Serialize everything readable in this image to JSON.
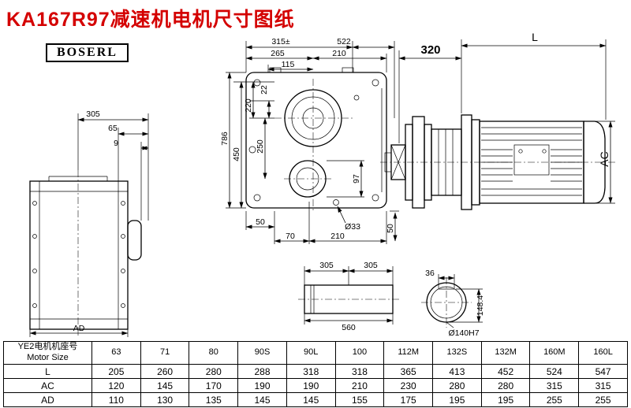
{
  "title": "KA167R97减速机电机尺寸图纸",
  "logo": "BOSERL",
  "views": {
    "left": {
      "d305": "305",
      "d65": "65",
      "d9": "9",
      "dAD": "AD"
    },
    "front": {
      "d315": "315±",
      "d522": "522",
      "d265": "265",
      "d210t": "210",
      "d115": "115",
      "d786": "786",
      "d450": "450",
      "d250": "250",
      "d220": "220",
      "d22": "22",
      "d97": "97",
      "d50l": "50",
      "d70": "70",
      "d210b": "210",
      "d33": "Ø33",
      "d50r": "50"
    },
    "motor": {
      "d320": "320",
      "dL": "L",
      "dAC": "AC"
    },
    "shaft": {
      "d305a": "305",
      "d305b": "305",
      "d560": "560"
    },
    "end": {
      "d36": "36",
      "d148": "148.4",
      "d140": "Ø140H7"
    }
  },
  "table": {
    "header": {
      "line1": "YE2电机机座号",
      "line2": "Motor Size"
    },
    "sizes": [
      "63",
      "71",
      "80",
      "90S",
      "90L",
      "100",
      "112M",
      "132S",
      "132M",
      "160M",
      "160L"
    ],
    "rows": [
      {
        "label": "L",
        "values": [
          "205",
          "260",
          "280",
          "288",
          "318",
          "318",
          "365",
          "413",
          "452",
          "524",
          "547"
        ]
      },
      {
        "label": "AC",
        "values": [
          "120",
          "145",
          "170",
          "190",
          "190",
          "210",
          "230",
          "280",
          "280",
          "315",
          "315"
        ]
      },
      {
        "label": "AD",
        "values": [
          "110",
          "130",
          "135",
          "145",
          "145",
          "155",
          "175",
          "195",
          "195",
          "255",
          "255"
        ]
      }
    ]
  }
}
